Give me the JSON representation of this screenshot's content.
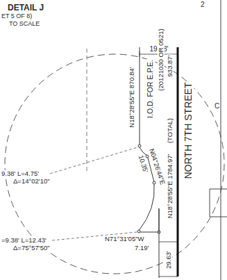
{
  "diagram": {
    "title": "DETAIL J",
    "labels": [
      "ET 5 OF 8)",
      "TO SCALE",
      "19.38'",
      "N18°28'55\"E 870.84'",
      "I.O.D. FOR E.P.E.",
      "(20121030 OR 0521)",
      "933.87'",
      "(TOTAL)",
      "N18°28'55\"E 1784.97'",
      "NORTH 7TH STREET",
      "N04°26'44\"E",
      "10.35'",
      "9.38' L=4.75'",
      "Δ=14°02'10\"",
      "=9.38' L=12.43'",
      "Δ=75°57'50\"",
      "N71°31'05\"W",
      "7.19'",
      "29.63'",
      "2",
      "C"
    ]
  }
}
